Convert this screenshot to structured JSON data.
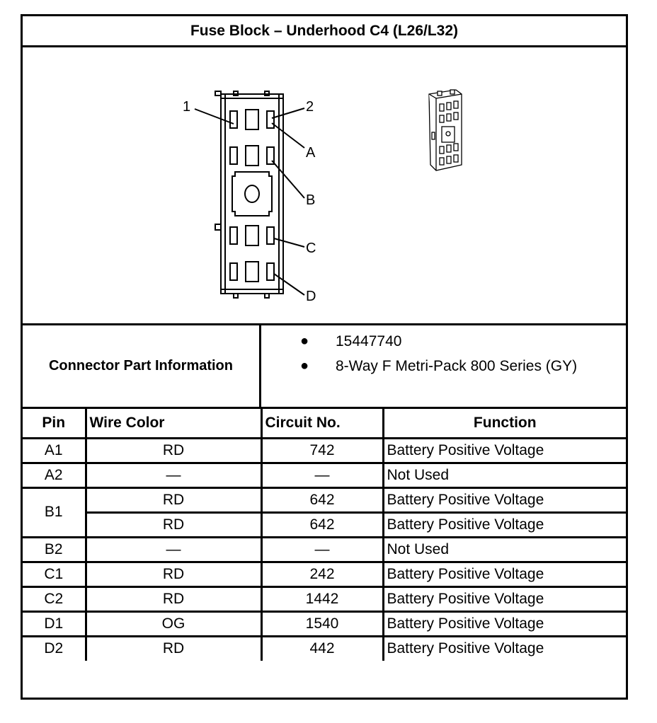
{
  "title": "Fuse Block – Underhood C4 (L26/L32)",
  "diagram": {
    "callouts": [
      "1",
      "2",
      "A",
      "B",
      "C",
      "D"
    ]
  },
  "connector_info": {
    "label": "Connector Part Information",
    "items": [
      "15447740",
      "8-Way F Metri-Pack 800 Series (GY)"
    ]
  },
  "table": {
    "headers": {
      "pin": "Pin",
      "wire_color": "Wire Color",
      "circuit": "Circuit No.",
      "function": "Function"
    },
    "rows": [
      {
        "pin": "A1",
        "wire_color": "RD",
        "circuit": "742",
        "function": "Battery Positive Voltage"
      },
      {
        "pin": "A2",
        "wire_color": "—",
        "circuit": "—",
        "function": "Not Used"
      },
      {
        "pin": "B1",
        "wire_color": "RD",
        "circuit": "642",
        "function": "Battery Positive Voltage"
      },
      {
        "pin": "",
        "wire_color": "RD",
        "circuit": "642",
        "function": "Battery Positive Voltage"
      },
      {
        "pin": "B2",
        "wire_color": "—",
        "circuit": "—",
        "function": "Not Used"
      },
      {
        "pin": "C1",
        "wire_color": "RD",
        "circuit": "242",
        "function": "Battery Positive Voltage"
      },
      {
        "pin": "C2",
        "wire_color": "RD",
        "circuit": "1442",
        "function": "Battery Positive Voltage"
      },
      {
        "pin": "D1",
        "wire_color": "OG",
        "circuit": "1540",
        "function": "Battery Positive Voltage"
      },
      {
        "pin": "D2",
        "wire_color": "RD",
        "circuit": "442",
        "function": "Battery Positive Voltage"
      }
    ]
  }
}
